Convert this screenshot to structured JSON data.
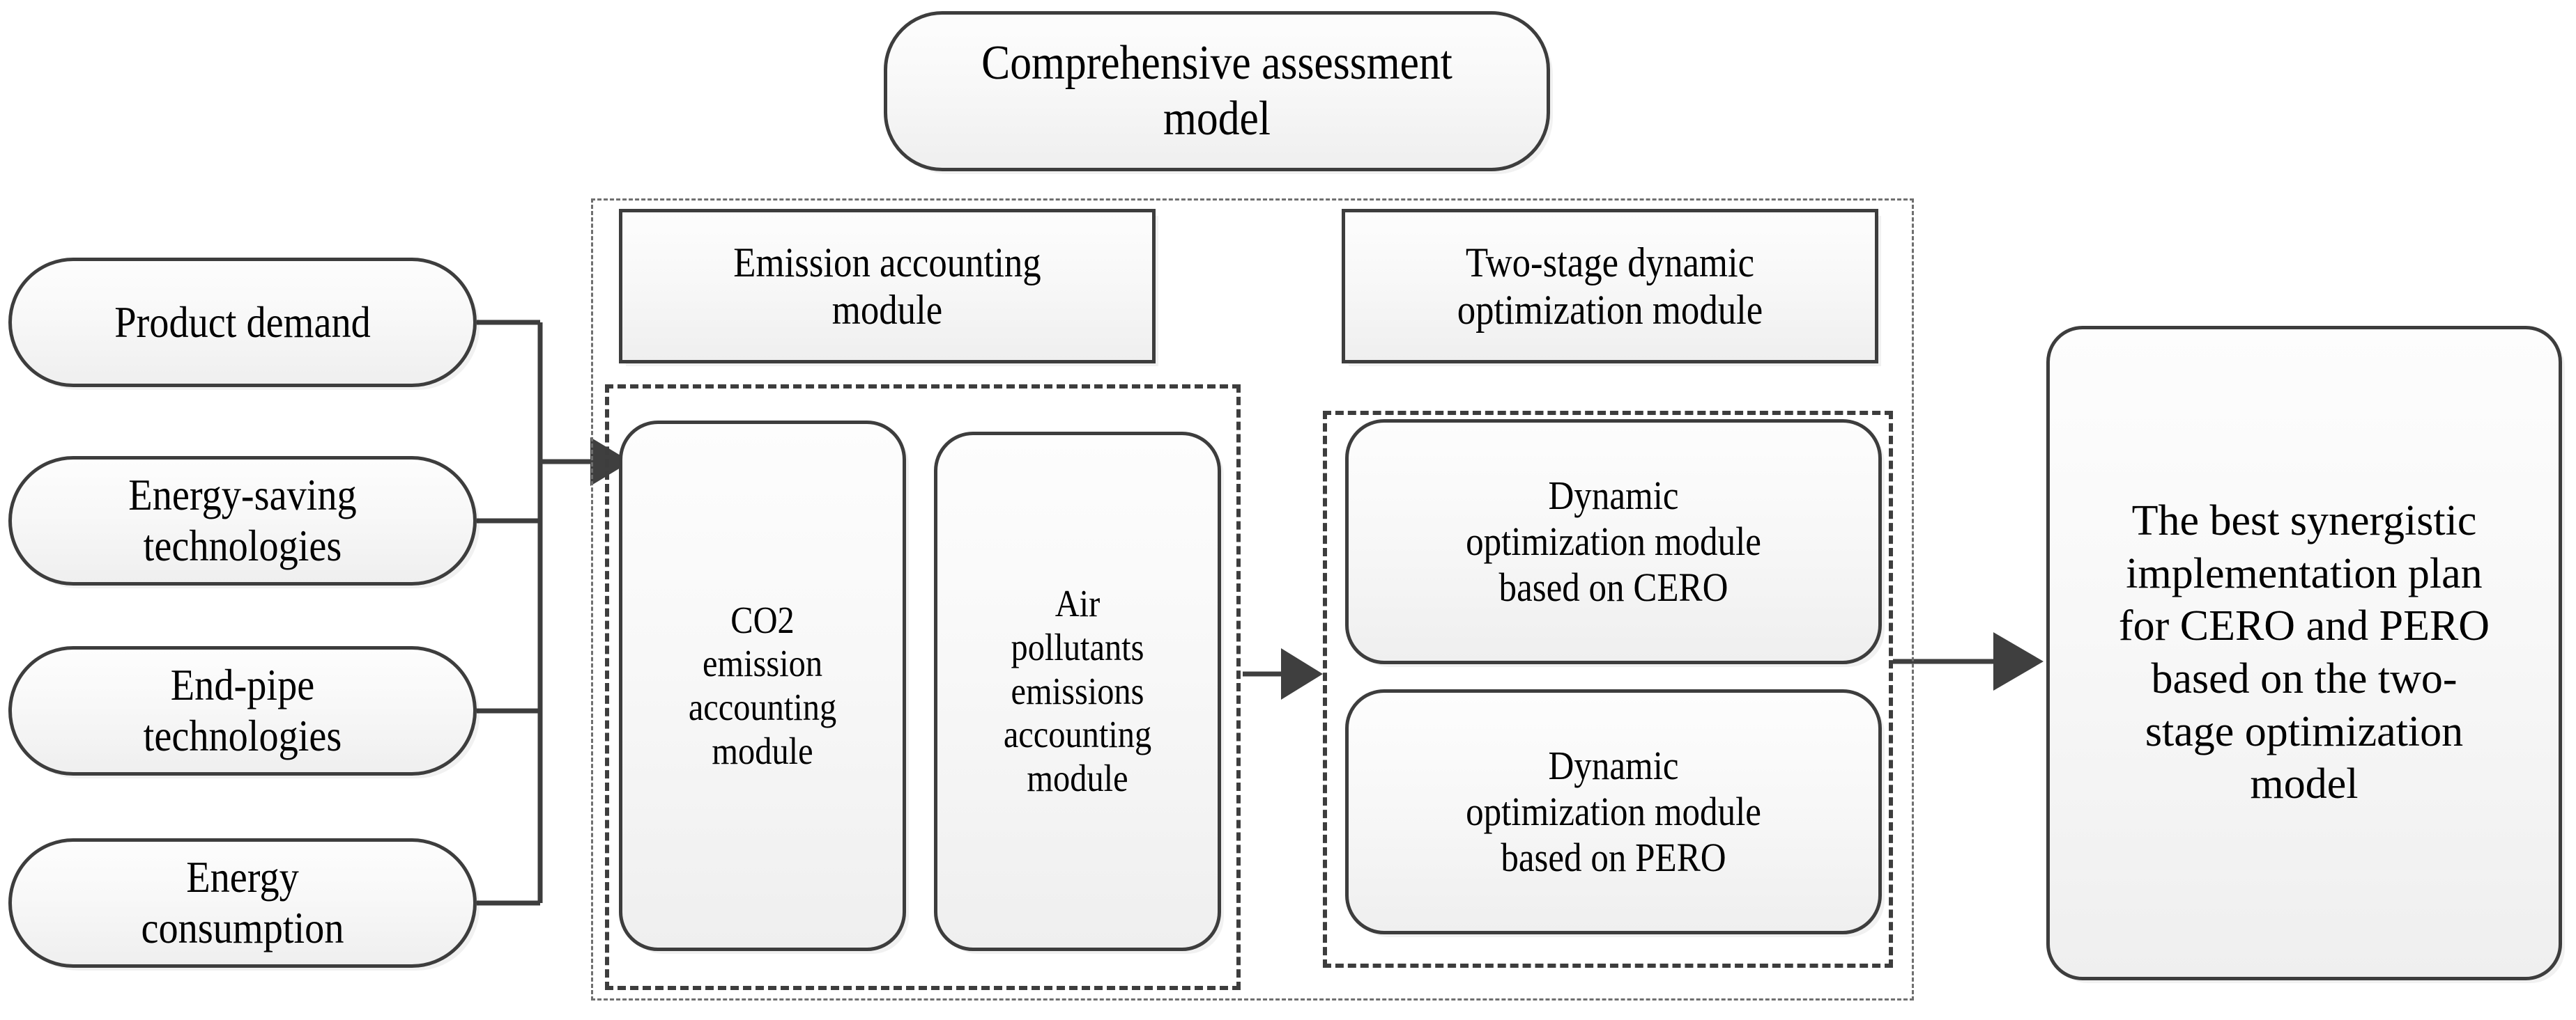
{
  "diagram": {
    "title_box": {
      "label": "Comprehensive assessment\nmodel",
      "shape": "rounded-pill"
    },
    "inputs": [
      {
        "label": "Product demand"
      },
      {
        "label": "Energy-saving\ntechnologies"
      },
      {
        "label": "End-pipe\ntechnologies"
      },
      {
        "label": "Energy\nconsumption"
      }
    ],
    "modules": {
      "emission": {
        "header": "Emission accounting\nmodule",
        "children": [
          {
            "label": "CO2\nemission\naccounting\nmodule"
          },
          {
            "label": "Air\npollutants\nemissions\naccounting\nmodule"
          }
        ]
      },
      "optimization": {
        "header": "Two-stage dynamic\noptimization module",
        "children": [
          {
            "label": "Dynamic\noptimization module\nbased on CERO"
          },
          {
            "label": "Dynamic\noptimization module\nbased on PERO"
          }
        ]
      }
    },
    "outcome": {
      "label": "The best synergistic\nimplementation plan\nfor CERO and PERO\nbased on the two-\nstage optimization\nmodel"
    },
    "colors": {
      "stroke": "#3d3d3d",
      "dashed_stroke": "#3d3d3d",
      "outer_stroke": "#6f6f6f",
      "arrow_fill": "#3f3f3f",
      "fill_top": "#fdfdfd",
      "fill_bottom": "#efefef",
      "text": "#000000",
      "background": "#ffffff"
    },
    "connectors": [
      {
        "from": "inputs-bracket",
        "to": "CO2 emission accounting module",
        "type": "arrow"
      },
      {
        "from": "emission accounting group",
        "to": "two-stage optimization group",
        "type": "arrow"
      },
      {
        "from": "two-stage optimization group",
        "to": "outcome",
        "type": "arrow"
      }
    ]
  }
}
